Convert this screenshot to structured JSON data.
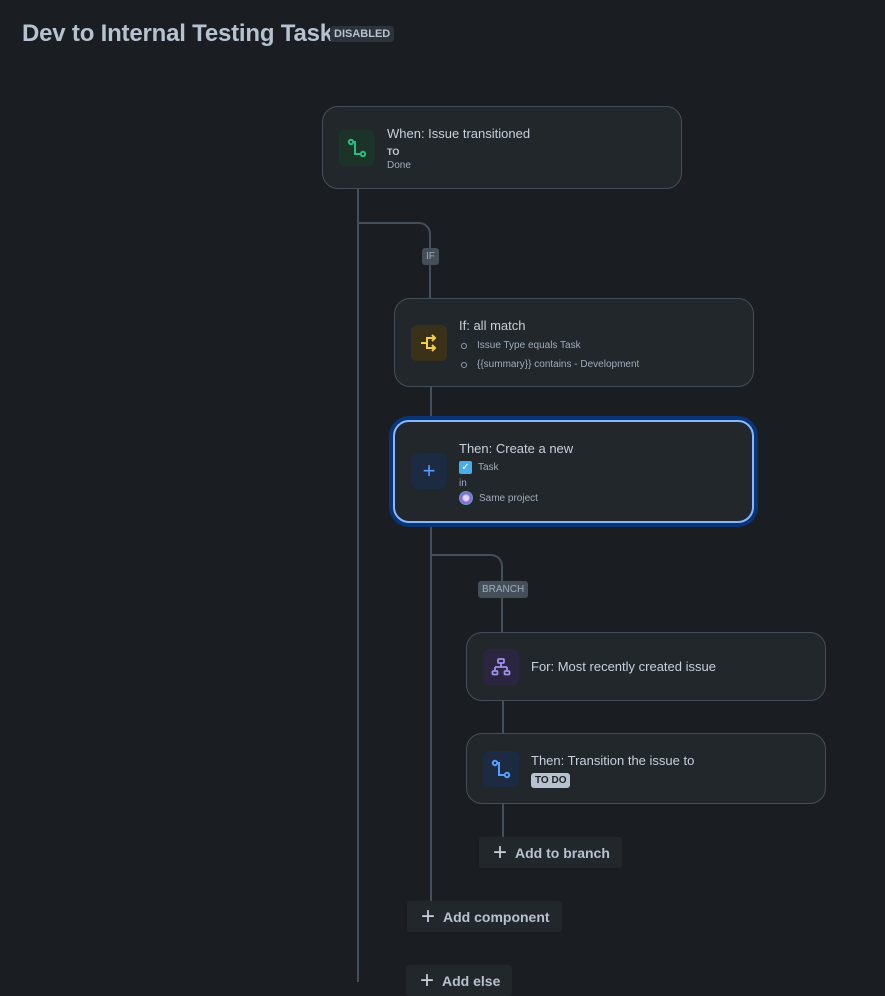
{
  "header": {
    "title": "Dev to Internal Testing Task",
    "status_badge": "DISABLED"
  },
  "labels": {
    "if": "IF",
    "branch": "BRANCH"
  },
  "trigger": {
    "title": "When: Issue transitioned",
    "sub_label": "TO",
    "value": "Done",
    "icon": "transition-icon",
    "icon_color": "#2abb7f"
  },
  "condition": {
    "title": "If: all match",
    "items": [
      "Issue Type equals Task",
      "{{summary}} contains - Development"
    ],
    "icon": "condition-branch-icon",
    "icon_color": "#f5cd47"
  },
  "action": {
    "title": "Then: Create a new",
    "issue_type": "Task",
    "in_label": "in",
    "project": "Same project",
    "icon": "plus-icon",
    "icon_color": "#579dff"
  },
  "branch": {
    "title": "For: Most recently created issue",
    "icon": "hierarchy-icon",
    "icon_color": "#9f8fef"
  },
  "branch_action": {
    "title": "Then: Transition the issue to",
    "status": "TO DO",
    "icon": "transition-icon",
    "icon_color": "#579dff"
  },
  "buttons": {
    "add_to_branch": "Add to branch",
    "add_component": "Add component",
    "add_else": "Add else"
  }
}
